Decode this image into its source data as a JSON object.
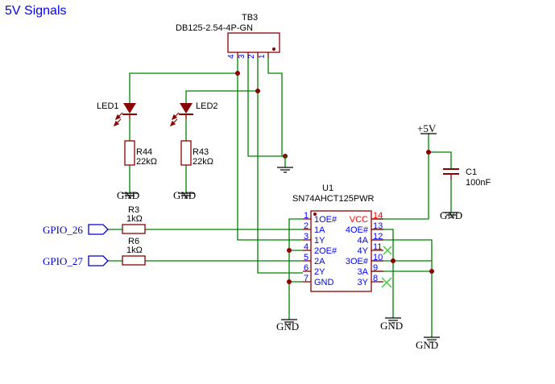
{
  "sheet_title": "5V Signals",
  "colors": {
    "wire": "#008000",
    "component": "#8b0000",
    "pin": "#8b0000",
    "label": "#000000",
    "pin_number": "#0000ff",
    "pin_name": "#0000ff",
    "vcc_pin": "#ff0000",
    "net_port": "#0000cd",
    "no_connect": "#33cc33",
    "title": "#0000ff"
  },
  "connector": {
    "designator": "TB3",
    "part": "DB125-2.54-4P-GN",
    "pins": [
      "4",
      "3",
      "2",
      "1"
    ]
  },
  "leds": [
    {
      "designator": "LED1"
    },
    {
      "designator": "LED2"
    }
  ],
  "resistors": [
    {
      "designator": "R44",
      "value": "22kΩ"
    },
    {
      "designator": "R43",
      "value": "22kΩ"
    },
    {
      "designator": "R3",
      "value": "1kΩ"
    },
    {
      "designator": "R6",
      "value": "1kΩ"
    }
  ],
  "capacitor": {
    "designator": "C1",
    "value": "100nF"
  },
  "power": {
    "vcc": "+5V",
    "gnd": "GND"
  },
  "net_ports": [
    "GPIO_26",
    "GPIO_27"
  ],
  "ic": {
    "designator": "U1",
    "part": "SN74AHCT125PWR",
    "left_pins": [
      {
        "num": "1",
        "name": "1OE#"
      },
      {
        "num": "2",
        "name": "1A"
      },
      {
        "num": "3",
        "name": "1Y"
      },
      {
        "num": "4",
        "name": "2OE#"
      },
      {
        "num": "5",
        "name": "2A"
      },
      {
        "num": "6",
        "name": "2Y"
      },
      {
        "num": "7",
        "name": "GND"
      }
    ],
    "right_pins": [
      {
        "num": "14",
        "name": "VCC"
      },
      {
        "num": "13",
        "name": "4OE#"
      },
      {
        "num": "12",
        "name": "4A"
      },
      {
        "num": "11",
        "name": "4Y"
      },
      {
        "num": "10",
        "name": "3OE#"
      },
      {
        "num": "9",
        "name": "3A"
      },
      {
        "num": "8",
        "name": "3Y"
      }
    ]
  }
}
